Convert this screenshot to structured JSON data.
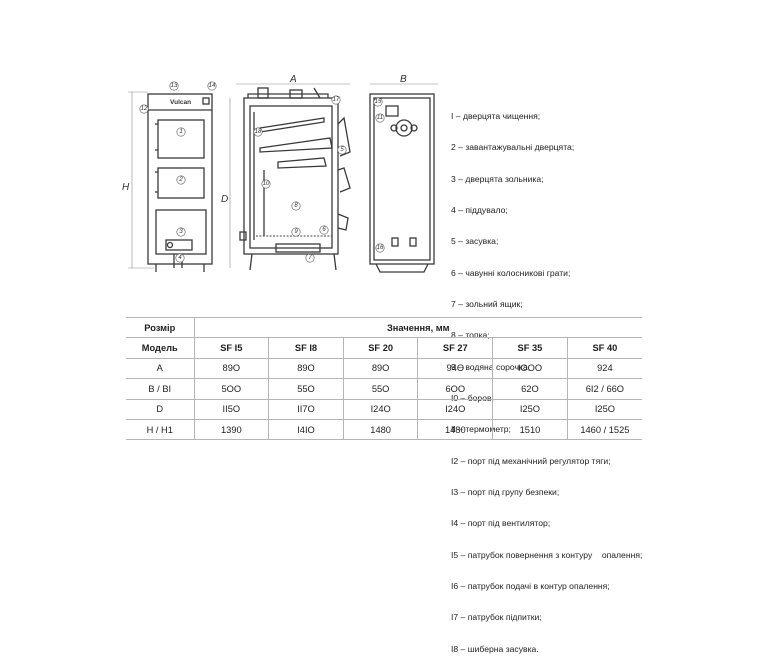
{
  "drawing": {
    "brand": "Vulcan",
    "dim_labels": {
      "width": "A",
      "depth": "B",
      "height": "H",
      "height_d": "D"
    },
    "callouts": [
      "1",
      "2",
      "3",
      "4",
      "5",
      "6",
      "7",
      "8",
      "9",
      "10",
      "11",
      "12",
      "13",
      "14",
      "15",
      "16",
      "17",
      "18"
    ]
  },
  "legend": [
    "I – дверцята чищення;",
    "2 – завантажувальні дверцята;",
    "3 – дверцята зольника;",
    "4 – піддувало;",
    "5 – засувка;",
    "6 – чавунні колосникові грати;",
    "7 – зольний ящик;",
    "8 – топка;",
    "9 – водяна сорочка;",
    "I0 – боров;",
    "II – термометр;",
    "I2 – порт під механічний регулятор тяги;",
    "I3 – порт під групу безпеки;",
    "I4 – порт під вентилятор;",
    "I5 – патрубок повернення з контуру    опалення;",
    "I6 – патрубок подачі в контур опалення;",
    "I7 – патрубок підпитки;",
    "I8 – шиберна засувка."
  ],
  "table": {
    "size_label": "Розмір",
    "values_label": "Значення, мм",
    "model_label": "Модель",
    "models": [
      "SF I5",
      "SF I8",
      "SF 20",
      "SF 27",
      "SF 35",
      "SF 40"
    ],
    "rows": [
      {
        "param": "A",
        "values": [
          "89O",
          "89O",
          "89O",
          "94O",
          "IOOO",
          "924"
        ]
      },
      {
        "param": "B / BI",
        "values": [
          "5OO",
          "55O",
          "55O",
          "6OO",
          "62O",
          "6I2 / 66O"
        ]
      },
      {
        "param": "D",
        "values": [
          "II5O",
          "II7O",
          "I24O",
          "I24O",
          "I25O",
          "I25O"
        ]
      },
      {
        "param": "H / H1",
        "values": [
          "1390",
          "I4IO",
          "1480",
          "1480",
          "1510",
          "1460 / 1525"
        ]
      }
    ]
  }
}
